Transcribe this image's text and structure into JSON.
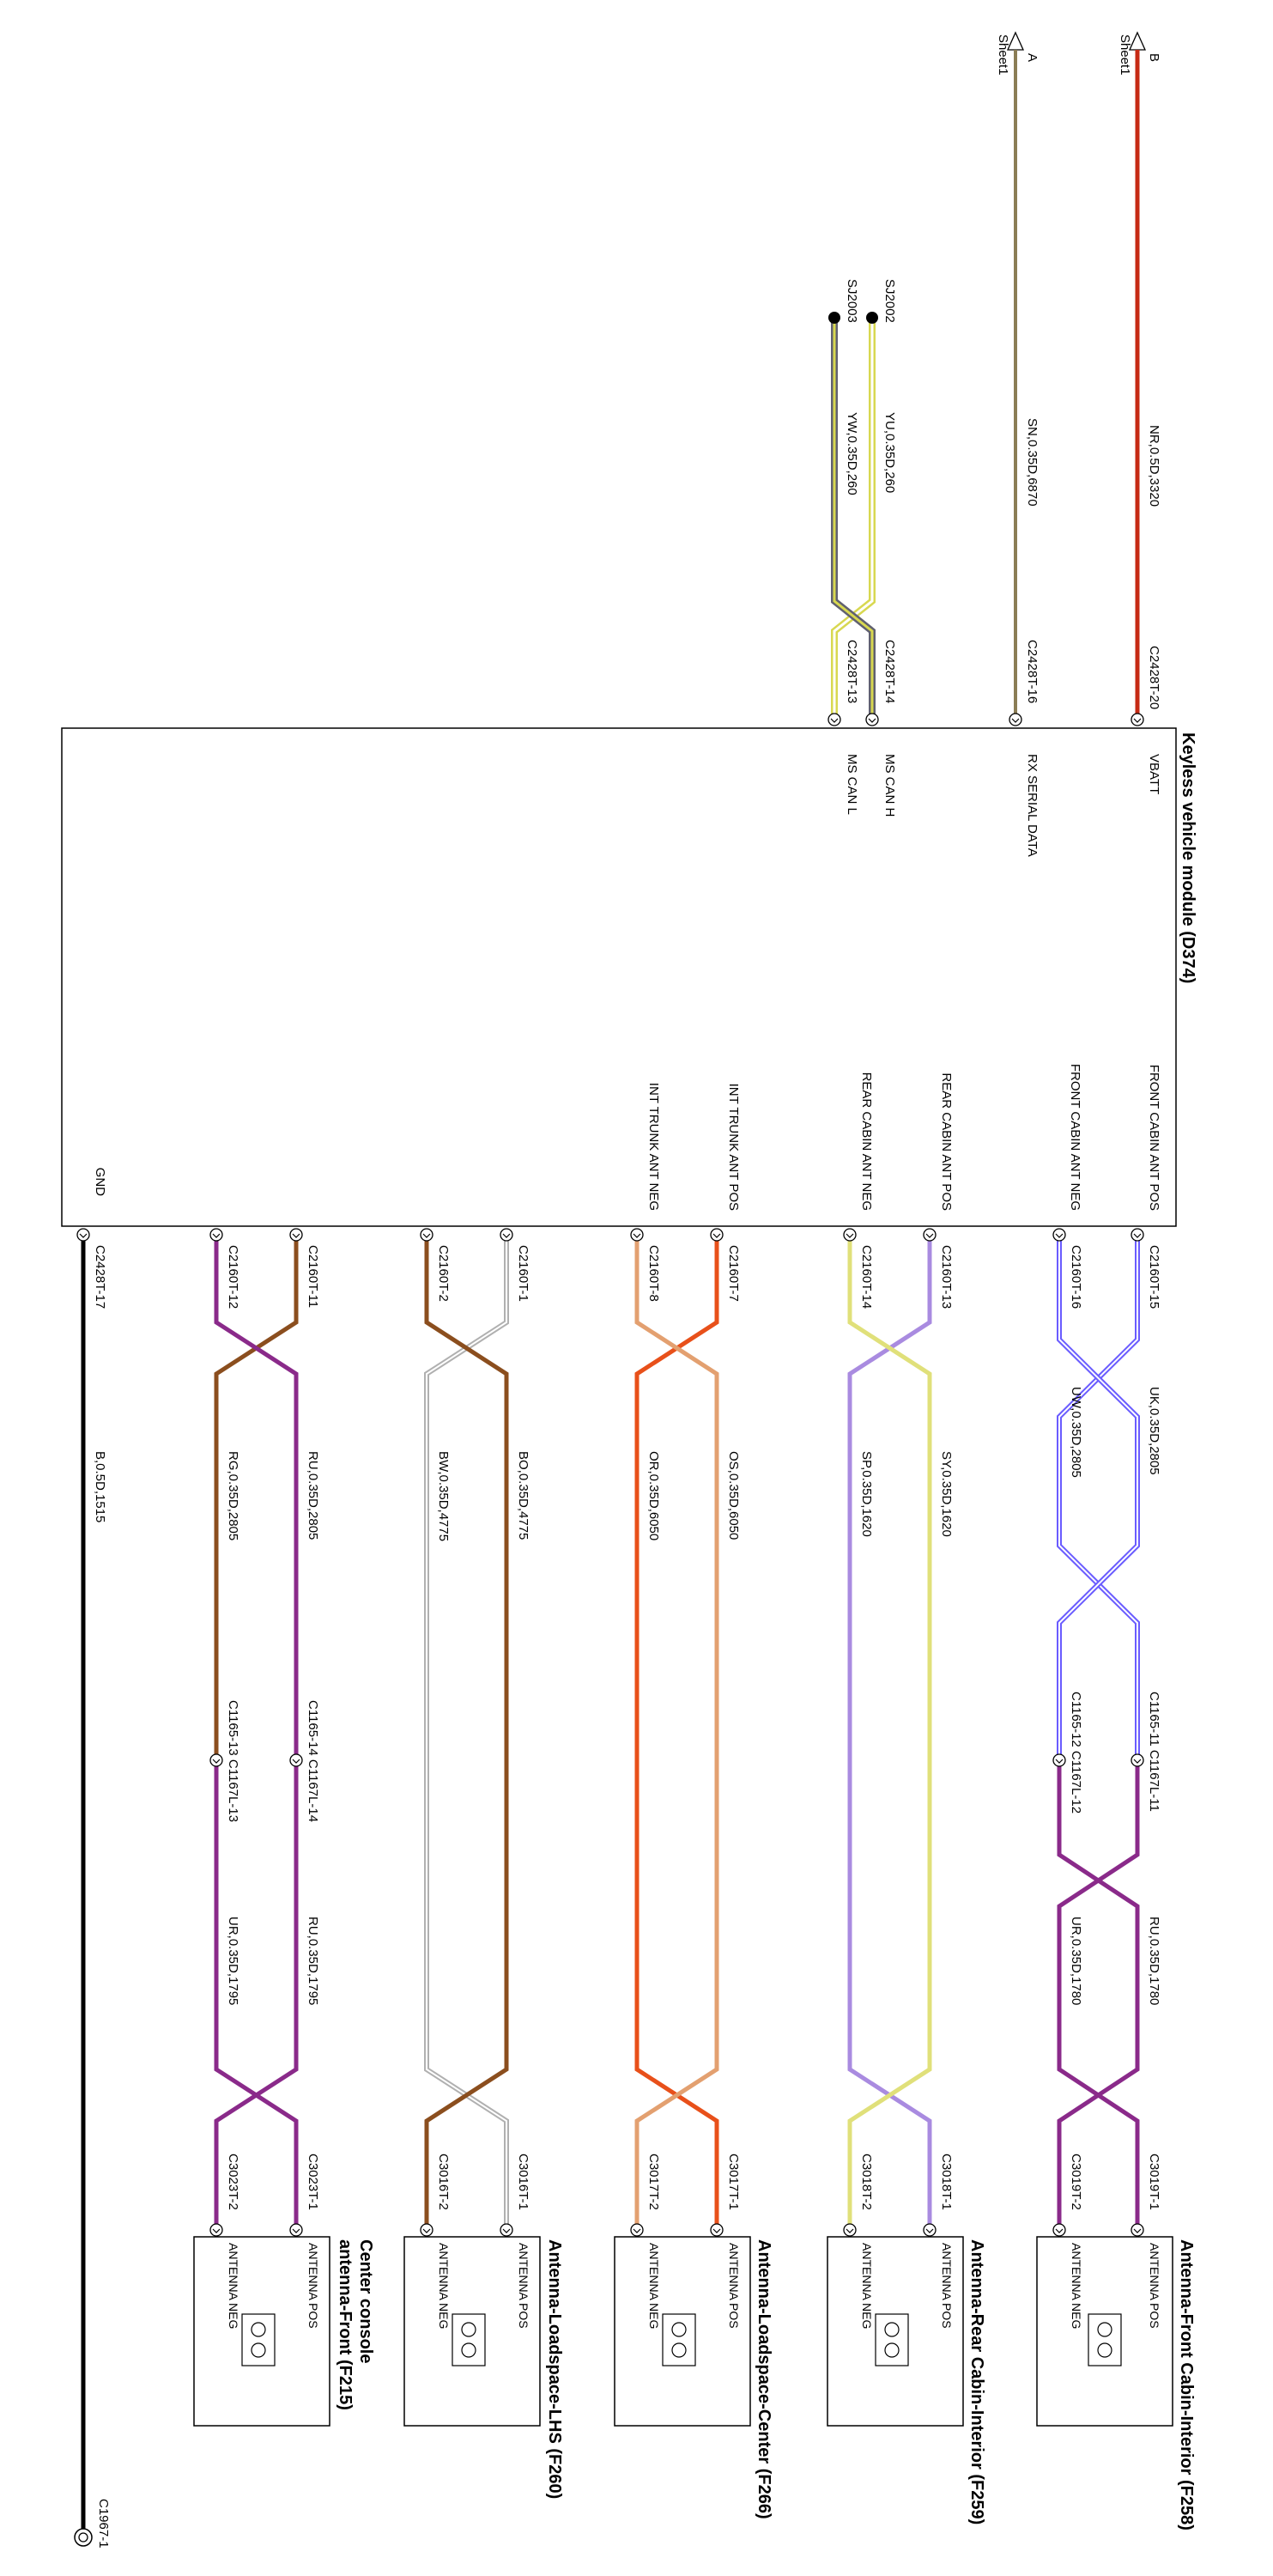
{
  "module": {
    "title": "Keyless vehicle module (D374)",
    "pins_left": [
      "VBATT",
      "RX SERIAL DATA",
      "MS CAN H",
      "MS CAN L"
    ],
    "pins_right": [
      "FRONT CABIN ANT POS",
      "FRONT CABIN ANT NEG",
      "REAR CABIN ANT POS",
      "REAR CABIN ANT NEG",
      "INT TRUNK ANT POS",
      "INT TRUNK ANT NEG",
      "GND"
    ]
  },
  "sheet_refs": [
    {
      "letter": "B",
      "sheet": "Sheet1",
      "color": "#c62a14"
    },
    {
      "letter": "A",
      "sheet": "Sheet1",
      "color": "#8b7d55"
    }
  ],
  "splices": [
    "SJ2002",
    "SJ2003"
  ],
  "left_wires": [
    {
      "label": "NR,0.5D,3320",
      "connector": "C2428T-20"
    },
    {
      "label": "SN,0.35D,6870",
      "connector": "C2428T-16"
    },
    {
      "label": "YU,0.35D,260",
      "connector": "C2428T-14"
    },
    {
      "label": "YW,0.35D,260",
      "connector": "C2428T-13"
    }
  ],
  "right_start_connectors": [
    "C2160T-15",
    "C2160T-16",
    "C2160T-13",
    "C2160T-14",
    "C2160T-7",
    "C2160T-8",
    "C2160T-1",
    "C2160T-2",
    "C2160T-11",
    "C2160T-12",
    "C2428T-17"
  ],
  "wire_labels_1": [
    "UK,0.35D,2805",
    "UW,0.35D,2805",
    "SY,0.35D,1620",
    "SP,0.35D,1620",
    "OS,0.35D,6050",
    "OR,0.35D,6050",
    "BO,0.35D,4775",
    "BW,0.35D,4775",
    "RU,0.35D,2805",
    "RG,0.35D,2805",
    "B,0.5D,1515"
  ],
  "inline_connectors": [
    "C1165-11 C1167L-11",
    "C1165-12 C1167L-12",
    "C1165-14 C1167L-14",
    "C1165-13 C1167L-13"
  ],
  "wire_labels_2": [
    "RU,0.35D,1780",
    "UR,0.35D,1780",
    "RU,0.35D,1795",
    "UR,0.35D,1795"
  ],
  "end_connectors": [
    "C3019T-1",
    "C3019T-2",
    "C3018T-1",
    "C3018T-2",
    "C3017T-1",
    "C3017T-2",
    "C3016T-1",
    "C3016T-2",
    "C3023T-1",
    "C3023T-2"
  ],
  "antennas": [
    {
      "title": "Antenna-Front Cabin-Interior (F258)",
      "pos": "ANTENNA POS",
      "neg": "ANTENNA NEG"
    },
    {
      "title": "Antenna-Rear Cabin-Interior (F259)",
      "pos": "ANTENNA POS",
      "neg": "ANTENNA NEG"
    },
    {
      "title": "Antenna-Loadspace-Center (F266)",
      "pos": "ANTENNA POS",
      "neg": "ANTENNA NEG"
    },
    {
      "title": "Antenna-Loadspace-LHS (F260)",
      "pos": "ANTENNA POS",
      "neg": "ANTENNA NEG"
    },
    {
      "title": "Center console antenna-Front (F215)",
      "pos": "ANTENNA POS",
      "neg": "ANTENNA NEG"
    }
  ],
  "ground": "C1967-1",
  "colors": {
    "red": "#c62a14",
    "tan": "#8b7d55",
    "yellow": "#d8d850",
    "gray": "#606070",
    "blue": "#6a5cff",
    "purple": "#8a2a8a",
    "lilac": "#a98be0",
    "lightyellow": "#e0e07a",
    "orange": "#e8501a",
    "peach": "#e3a070",
    "brown": "#8b4e1e",
    "grayw": "#b0b0b0",
    "black": "#000000"
  }
}
